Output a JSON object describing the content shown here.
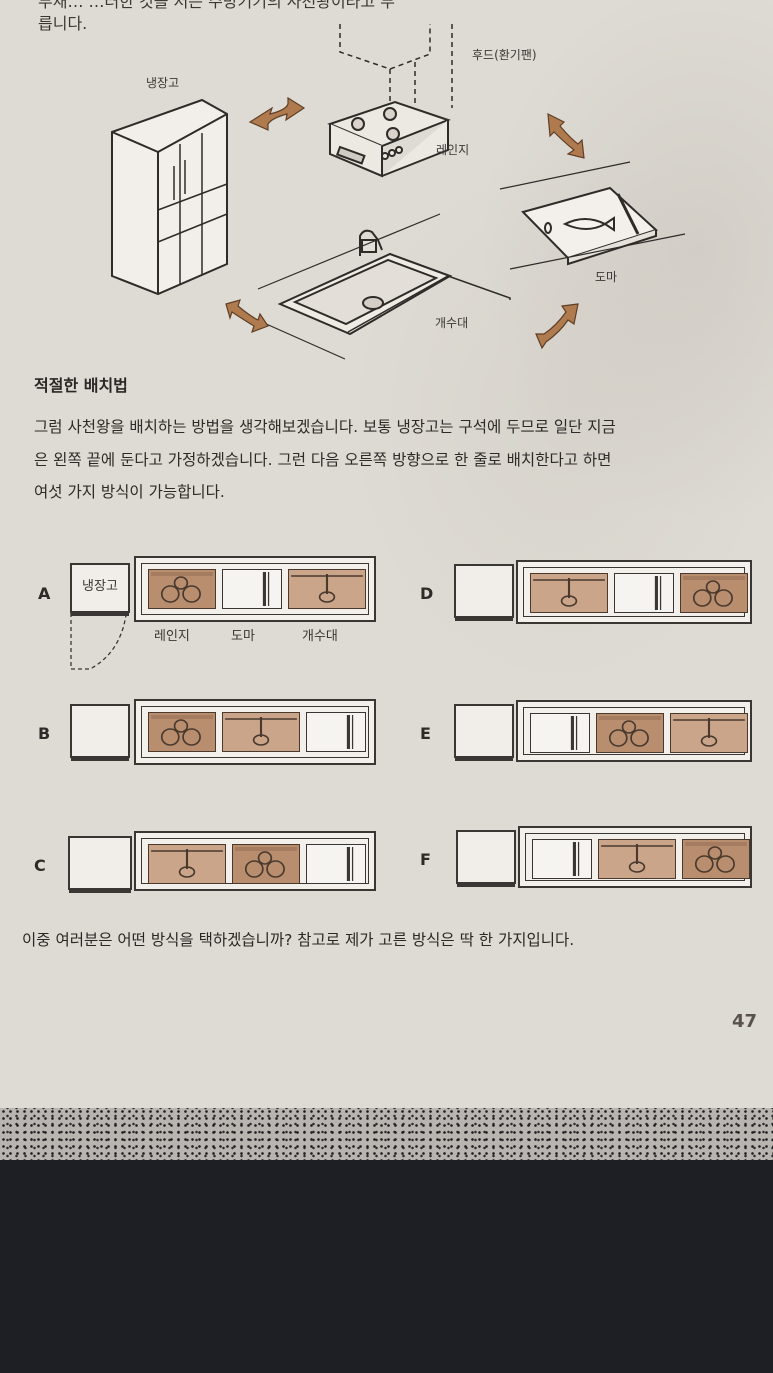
{
  "top_text": {
    "line1": "부재…                                          …러한 것을 저는 주방기기의 사천왕이라고 부",
    "line2": "릅니다."
  },
  "illustration": {
    "labels": {
      "fridge": "냉장고",
      "hood": "후드(환기팬)",
      "range": "레인지",
      "board": "도마",
      "sink": "개수대"
    }
  },
  "section": {
    "heading": "적절한 배치법",
    "paragraph_lines": [
      "그럼 사천왕을 배치하는 방법을 생각해보겠습니다. 보통 냉장고는 구석에 두므로 일단 지금",
      "은 왼쪽 끝에 둔다고 가정하겠습니다. 그런 다음 오른쪽 방향으로 한 줄로 배치한다고 하면",
      "여섯 가지 방식이 가능합니다."
    ]
  },
  "layouts": [
    {
      "letter": "A",
      "fridge_label": "냉장고",
      "order": [
        "range",
        "board",
        "sink"
      ],
      "labels": [
        "레인지",
        "도마",
        "개수대"
      ]
    },
    {
      "letter": "B",
      "fridge_label": "",
      "order": [
        "range",
        "sink",
        "board"
      ],
      "labels": []
    },
    {
      "letter": "C",
      "fridge_label": "",
      "order": [
        "sink",
        "range",
        "board"
      ],
      "labels": []
    },
    {
      "letter": "D",
      "fridge_label": "",
      "order": [
        "sink",
        "board",
        "range"
      ],
      "labels": []
    },
    {
      "letter": "E",
      "fridge_label": "",
      "order": [
        "board",
        "range",
        "sink"
      ],
      "labels": []
    },
    {
      "letter": "F",
      "fridge_label": "",
      "order": [
        "board",
        "sink",
        "range"
      ],
      "labels": []
    }
  ],
  "question": "이중 여러분은 어떤 방식을 택하겠습니까? 참고로 제가 고른 방식은 딱 한 가지입니다.",
  "page_number": "47",
  "colors": {
    "paper": "#dedbd4",
    "range_fill": "#b98e6f",
    "sink_fill": "#caa58a",
    "arrow_fill": "#b07a4f",
    "ink": "#3a3634"
  }
}
